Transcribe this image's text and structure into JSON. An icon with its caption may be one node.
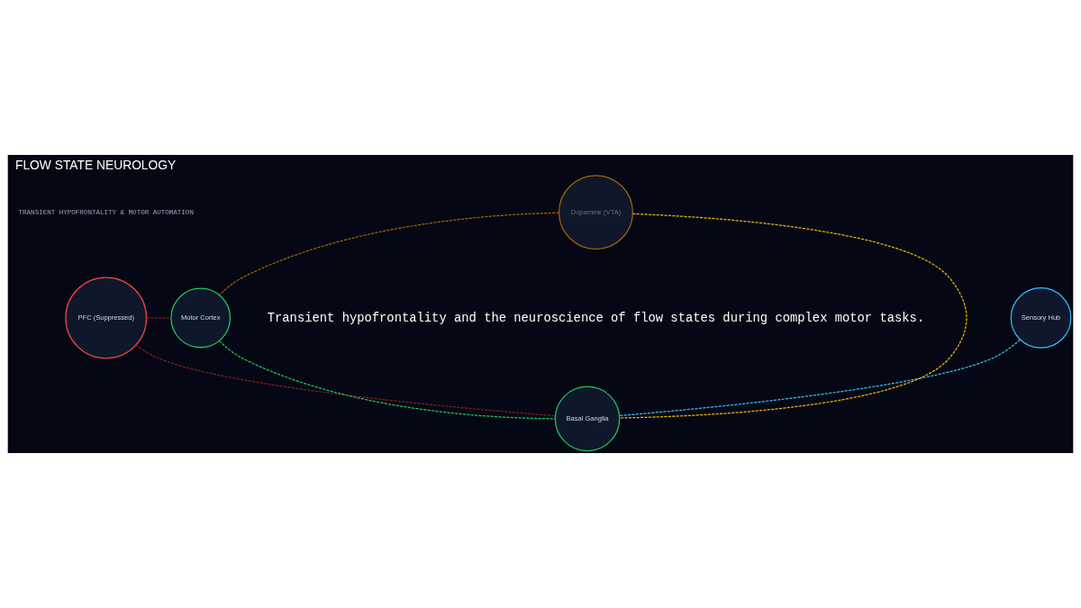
{
  "diagram": {
    "title": "FLOW STATE NEUROLOGY",
    "nodes": [
      {
        "text": [
          "PFC (Suppressed)"
        ]
      },
      {
        "text": [
          "Motor Cortex"
        ]
      },
      {
        "text": [
          "Sensory Hub"
        ]
      },
      {
        "text": [
          "Basal Ganglia"
        ]
      },
      {
        "text": [
          "Dopamine (VTA)"
        ]
      }
    ],
    "edges": [
      {
        "from": 0,
        "to": 1,
        "arrow": "none",
        "style": "dashed",
        "color": "#7f1d1d"
      },
      {
        "from": 0,
        "to": 3,
        "arrow": "none",
        "style": "dashed",
        "color": "#7f1d1d"
      },
      {
        "from": 1,
        "to": 3,
        "arrow": "none",
        "style": "dashed",
        "color": "#22c55e"
      },
      {
        "from": 2,
        "to": 3,
        "arrow": "none",
        "style": "dashed",
        "color": "#38bdf8"
      },
      {
        "from": 4,
        "to": 3,
        "arrow": "none",
        "style": "dashed",
        "color": "#eab308"
      },
      {
        "from": 4,
        "to": 1,
        "arrow": "none",
        "style": "dashed",
        "color": "#a16207"
      }
    ],
    "labels": [
      "TRANSIENT HYPOFRONTALITY & MOTOR AUTOMATION",
      "Transient hypofrontality and the neuroscience of flow states during complex motor tasks."
    ]
  }
}
